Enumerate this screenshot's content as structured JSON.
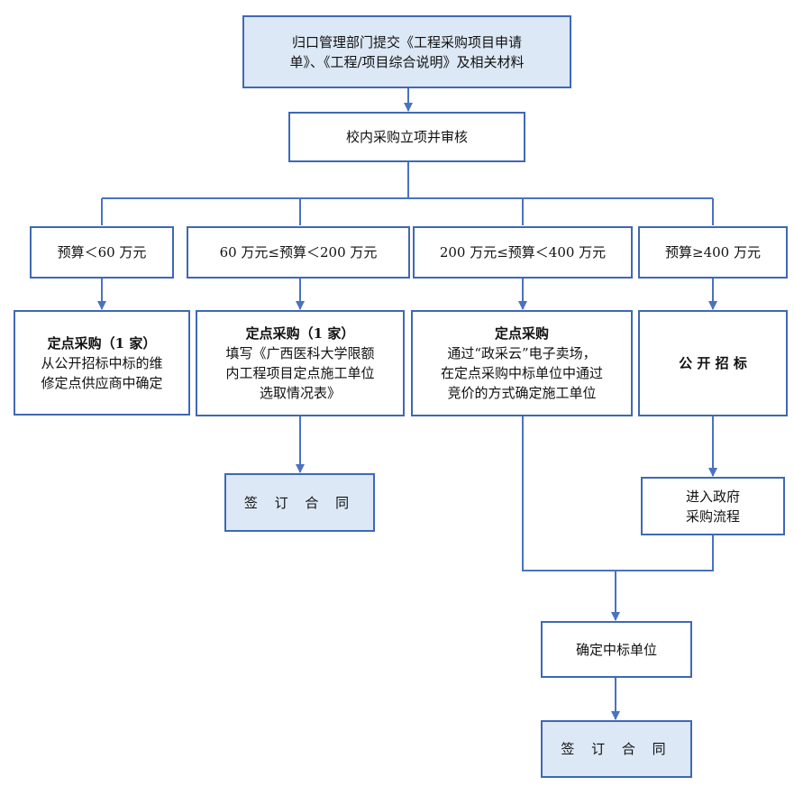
{
  "nodes": {
    "submit": {
      "line1": "归口管理部门提交《工程采购项目申请",
      "line2": "单》、《工程/项目综合说明》及相关材料"
    },
    "review": {
      "text": "校内采购立项并审核"
    },
    "budget_a": {
      "text": "预算＜60 万元"
    },
    "budget_b": {
      "text": "60 万元≤预算＜200 万元"
    },
    "budget_c": {
      "text": "200 万元≤预算＜400 万元"
    },
    "budget_d": {
      "text": "预算≥400 万元"
    },
    "method_a": {
      "title": "定点采购（1 家）",
      "line1": "从公开招标中标的维",
      "line2": "修定点供应商中确定"
    },
    "method_b": {
      "title": "定点采购（1 家）",
      "line1": "填写《广西医科大学限额",
      "line2": "内工程项目定点施工单位",
      "line3": "选取情况表》"
    },
    "method_c": {
      "title": "定点采购",
      "line1": "通过“政采云”电子卖场，",
      "line2": "在定点采购中标单位中通过",
      "line3": "竞价的方式确定施工单位"
    },
    "method_d": {
      "title": "公 开 招 标"
    },
    "contract_b": {
      "text": "签 订 合 同"
    },
    "gov_process": {
      "line1": "进入政府",
      "line2": "采购流程"
    },
    "winner": {
      "text": "确定中标单位"
    },
    "contract_final": {
      "text": "签 订 合 同"
    }
  },
  "colors": {
    "border": "#3f68b5",
    "fill": "#dce8f6",
    "line": "#4a72c0"
  }
}
